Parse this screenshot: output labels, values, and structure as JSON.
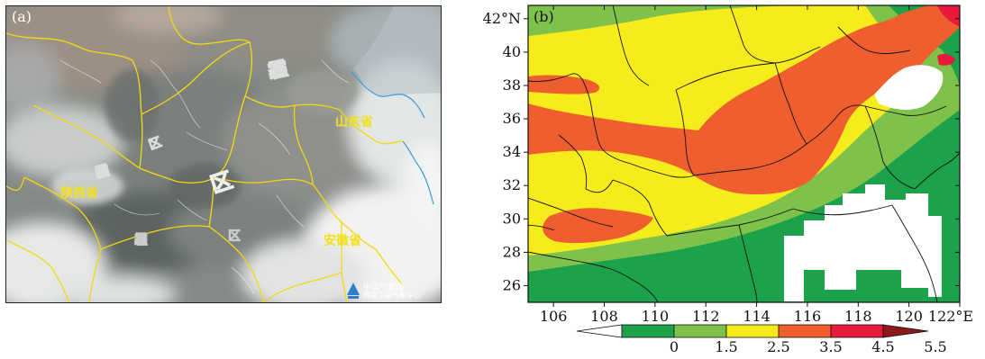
{
  "panel_a": {
    "tag": "(a)",
    "labels": {
      "shandong": "山东省",
      "shaanxi": "陕西省",
      "anhui": "安徽省",
      "haze_1": "霾",
      "qu_1": "区",
      "haze_2": "霾",
      "qu_2": "区",
      "haze_3": "霾",
      "qu_3": "区"
    },
    "logo": {
      "line1": "中国气象局",
      "line2": "国家卫星气象中心"
    }
  },
  "chart_data": {
    "type": "heatmap",
    "panel_tag": "(b)",
    "x_ticks": [
      "106",
      "108",
      "110",
      "112",
      "114",
      "116",
      "118",
      "120",
      "122°E"
    ],
    "x_tick_values": [
      106,
      108,
      110,
      112,
      114,
      116,
      118,
      120,
      122
    ],
    "y_ticks": [
      "26",
      "28",
      "30",
      "32",
      "34",
      "36",
      "38",
      "40",
      "42°N"
    ],
    "y_tick_values": [
      26,
      28,
      30,
      32,
      34,
      36,
      38,
      40,
      42
    ],
    "xlim": [
      105,
      122
    ],
    "ylim": [
      25,
      42.8
    ],
    "colorbar": {
      "ticks": [
        "0",
        "1.5",
        "2.5",
        "3.5",
        "4.5",
        "5.5"
      ],
      "colors": [
        "#ffffff",
        "#1ba24a",
        "#7fc24b",
        "#f6ec1c",
        "#ef5e2e",
        "#e8193a",
        "#8b1a1a"
      ]
    },
    "colors": {
      "green_dark": "#1ba24a",
      "green_light": "#7fc24b",
      "yellow": "#f6ec1c",
      "orange": "#ef5e2e",
      "red": "#e8193a",
      "blank": "#ffffff"
    }
  }
}
